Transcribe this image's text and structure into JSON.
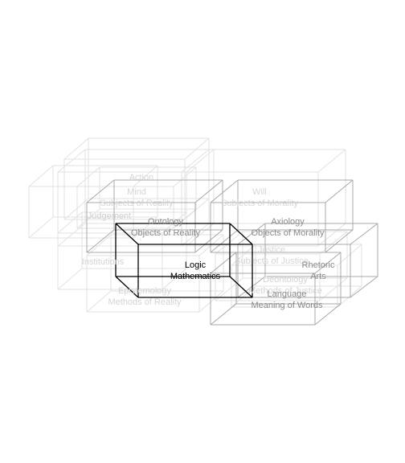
{
  "diagram": {
    "boxes": [
      {
        "id": "action",
        "labels": [
          "Action"
        ],
        "tone": "faint"
      },
      {
        "id": "institutions",
        "labels": [
          "Institutions"
        ],
        "tone": "faint"
      },
      {
        "id": "judgement",
        "labels": [
          "Judgement"
        ],
        "tone": "faint"
      },
      {
        "id": "judgement2",
        "labels": [
          "Judgement"
        ],
        "tone": "faint"
      },
      {
        "id": "justice",
        "labels": [
          "Justice",
          "Subjects of Justice"
        ],
        "tone": "faint"
      },
      {
        "id": "mind",
        "labels": [
          "Mind",
          "Subjects of Reality"
        ],
        "tone": "faint"
      },
      {
        "id": "will",
        "labels": [
          "Will",
          "Subjects of Morality"
        ],
        "tone": "faint"
      },
      {
        "id": "deontology",
        "labels": [
          "Deontology",
          "Methods of Justice"
        ],
        "tone": "faint"
      },
      {
        "id": "epistemology",
        "labels": [
          "Epistemology",
          "Methods of Reality"
        ],
        "tone": "faint"
      },
      {
        "id": "ontology",
        "labels": [
          "Ontology",
          "Objects of Reality"
        ],
        "tone": "mid"
      },
      {
        "id": "axiology",
        "labels": [
          "Axiology",
          "Objects of Morality"
        ],
        "tone": "mid"
      },
      {
        "id": "rhetoric",
        "labels": [
          "Rhetoric",
          "Arts"
        ],
        "tone": "mid"
      },
      {
        "id": "language",
        "labels": [
          "Language",
          "Meaning of Words"
        ],
        "tone": "mid"
      },
      {
        "id": "logic",
        "labels": [
          "Logic",
          "Mathematics"
        ],
        "tone": "dark"
      }
    ]
  }
}
